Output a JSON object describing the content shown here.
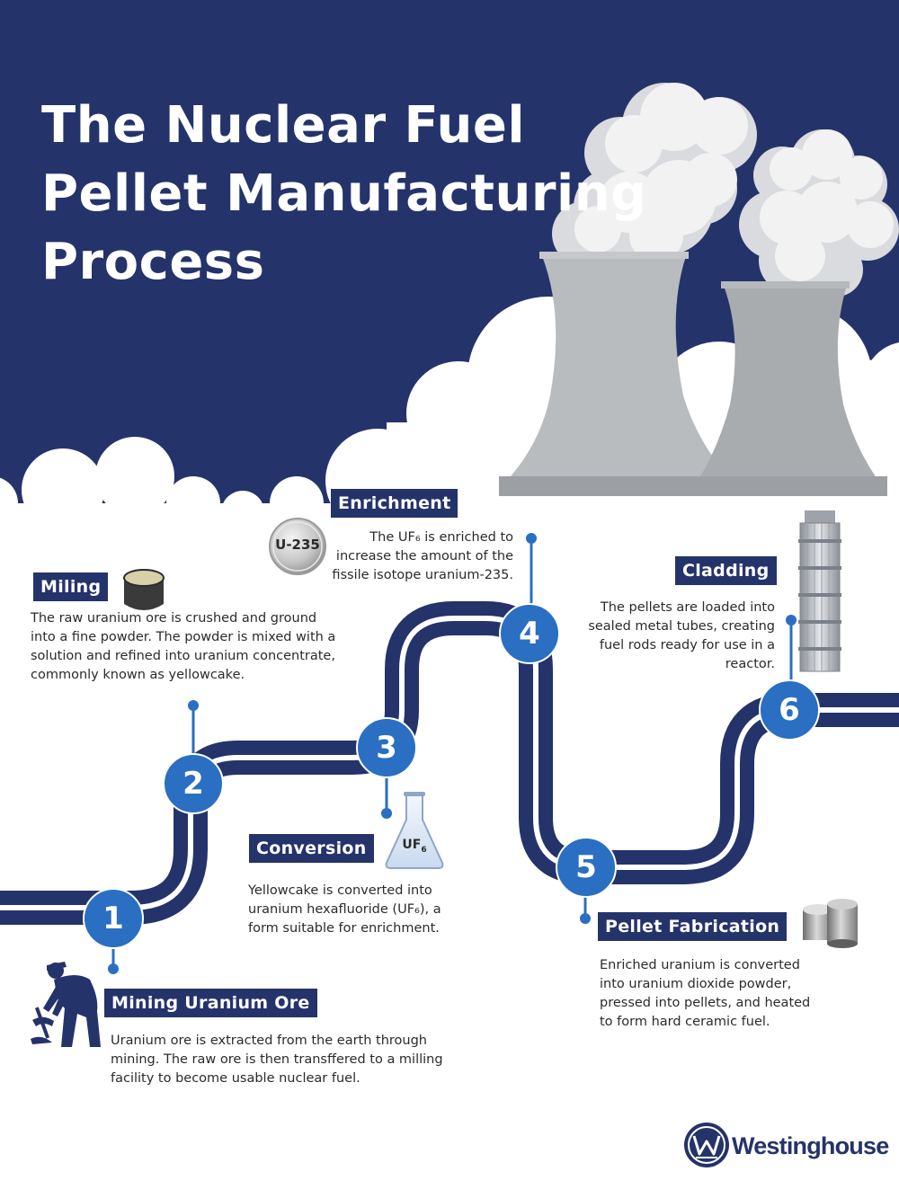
{
  "title_lines": [
    "The Nuclear Fuel",
    "Pellet Manufacturing",
    "Process"
  ],
  "colors": {
    "navy": "#25336b",
    "step_blue": "#2a6fc1",
    "tower_gray": "#b9bcbf",
    "white": "#ffffff"
  },
  "icons": [
    "cooling-tower-icon",
    "steam-cloud-icon",
    "miner-icon",
    "yellowcake-container-icon",
    "flask-icon",
    "u235-coin-icon",
    "pellet-icon",
    "fuel-assembly-icon",
    "westinghouse-logo"
  ],
  "steps": [
    {
      "number": "1",
      "label": "Mining Uranium Ore",
      "description": [
        "Uranium ore is extracted from the earth through",
        "mining. The raw ore is then transffered to a milling",
        "facility to become usable nuclear fuel."
      ]
    },
    {
      "number": "2",
      "label": "Miling",
      "description": [
        "The raw uranium ore is crushed and ground",
        "into a fine powder. The powder is mixed with a",
        "solution and refined into uranium concentrate,",
        "commonly known as yellowcake."
      ]
    },
    {
      "number": "3",
      "label": "Conversion",
      "description": [
        "Yellowcake is converted into",
        "uranium hexafluoride (UF₆), a",
        "form suitable for enrichment."
      ]
    },
    {
      "number": "4",
      "label": "Enrichment",
      "description": [
        "The UF₆ is enriched to",
        "increase the amount of the",
        "fissile isotope uranium-235."
      ]
    },
    {
      "number": "5",
      "label": "Pellet  Fabrication",
      "description": [
        "Enriched uranium is converted",
        "into uranium dioxide powder,",
        "pressed into pellets, and heated",
        "to form hard ceramic fuel."
      ]
    },
    {
      "number": "6",
      "label": "Cladding",
      "description": [
        "The pellets are loaded into",
        "sealed metal tubes, creating",
        "fuel rods ready for use in a",
        "reactor."
      ]
    }
  ],
  "coin_label": "U-235",
  "flask_label": {
    "main": "UF",
    "sub": "6"
  },
  "brand": "Westinghouse"
}
